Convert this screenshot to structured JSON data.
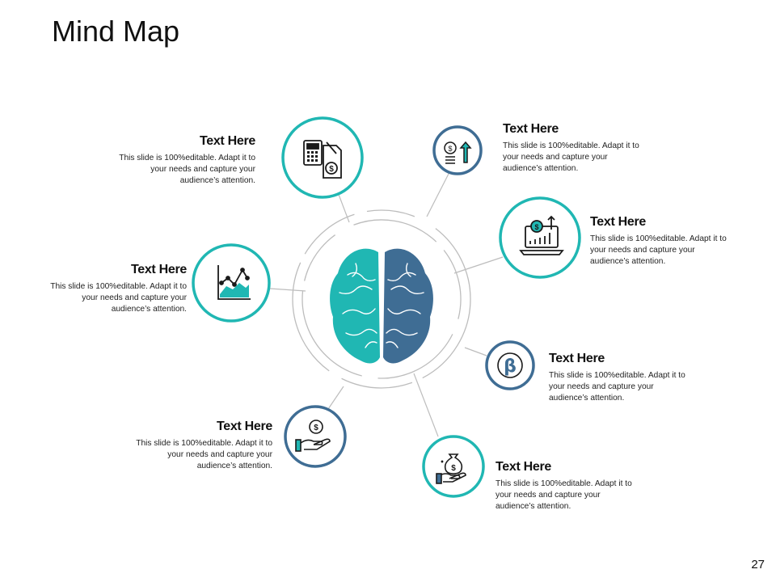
{
  "title": "Mind Map",
  "page_number": "27",
  "colors": {
    "teal": "#20B7B3",
    "navy": "#3F6D94",
    "line": "#BDBDBD",
    "icon": "#1A1A1A"
  },
  "nodes": [
    {
      "heading": "Text Here",
      "body": "This slide is 100%editable. Adapt it to your needs and capture your audience’s attention.",
      "icon": "calculator-invoice-icon",
      "ring": "teal"
    },
    {
      "heading": "Text Here",
      "body": "This slide is 100%editable. Adapt it to your needs and capture your audience’s attention.",
      "icon": "coins-growth-arrow-icon",
      "ring": "navy"
    },
    {
      "heading": "Text Here",
      "body": "This slide is 100%editable. Adapt it to your needs and capture your audience’s attention.",
      "icon": "laptop-revenue-chart-icon",
      "ring": "teal"
    },
    {
      "heading": "Text Here",
      "body": "This slide is 100%editable. Adapt it to your needs and capture your audience’s attention.",
      "icon": "line-area-chart-icon",
      "ring": "teal"
    },
    {
      "heading": "Text Here",
      "body": "This slide is 100%editable. Adapt it to your needs and capture your audience’s attention.",
      "icon": "beta-symbol-icon",
      "ring": "navy"
    },
    {
      "heading": "Text Here",
      "body": "This slide is 100%editable. Adapt it to your needs and capture your audience’s attention.",
      "icon": "hand-coin-icon",
      "ring": "navy"
    },
    {
      "heading": "Text Here",
      "body": "This slide is 100%editable. Adapt it to your needs and capture your audience’s attention.",
      "icon": "hand-money-bag-icon",
      "ring": "teal"
    }
  ]
}
